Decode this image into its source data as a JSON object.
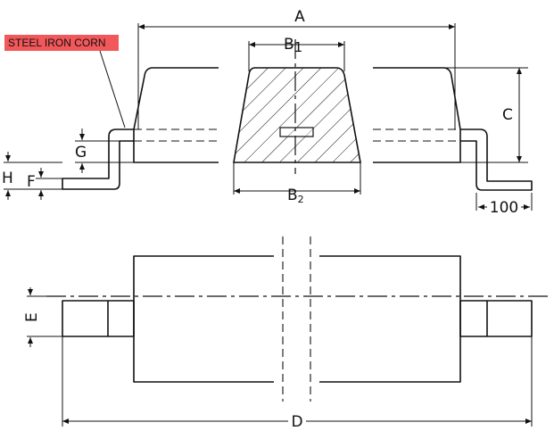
{
  "colors": {
    "tag_background": "#f2575a",
    "line": "#111111"
  },
  "callout": {
    "text": "STEEL IRON CORN"
  },
  "labels": {
    "A": "A",
    "B1_main": "B",
    "B1_sub": "1",
    "B2_main": "B",
    "B2_sub": "2",
    "C": "C",
    "D": "D",
    "E": "E",
    "F": "F",
    "G": "G",
    "H": "H",
    "width_value": "100"
  }
}
